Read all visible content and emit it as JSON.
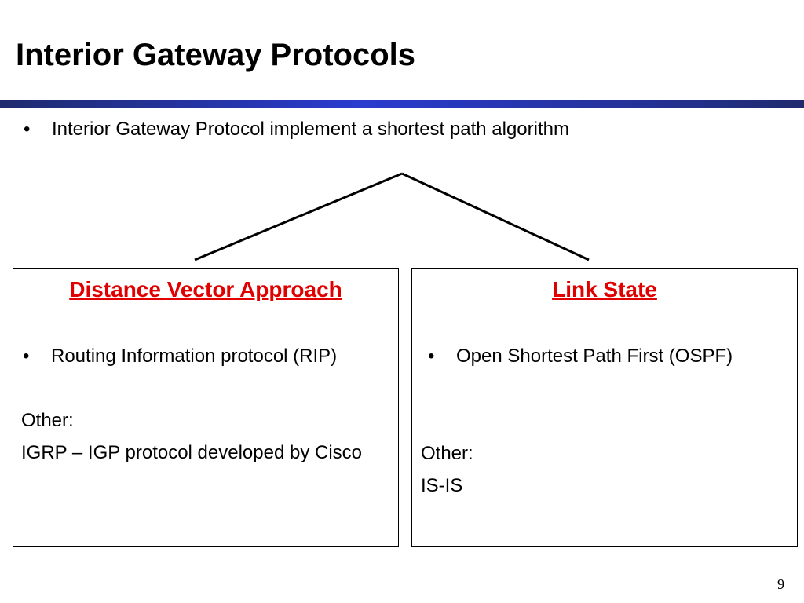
{
  "slide": {
    "title": "Interior Gateway Protocols",
    "bullet_marker": "•",
    "main_bullet": "Interior Gateway Protocol implement a shortest path algorithm",
    "page_number": "9"
  },
  "panels": {
    "left": {
      "heading": "Distance Vector Approach",
      "bullet": "Routing Information protocol (RIP)",
      "other_label": "Other:",
      "other_item": "IGRP – IGP protocol developed by Cisco"
    },
    "right": {
      "heading": "Link State",
      "bullet": "Open Shortest Path First (OSPF)",
      "other_label": "Other:",
      "other_item": "IS-IS"
    }
  },
  "colors": {
    "heading": "#e00000",
    "rule": "#2a3ccf",
    "text": "#000000"
  }
}
